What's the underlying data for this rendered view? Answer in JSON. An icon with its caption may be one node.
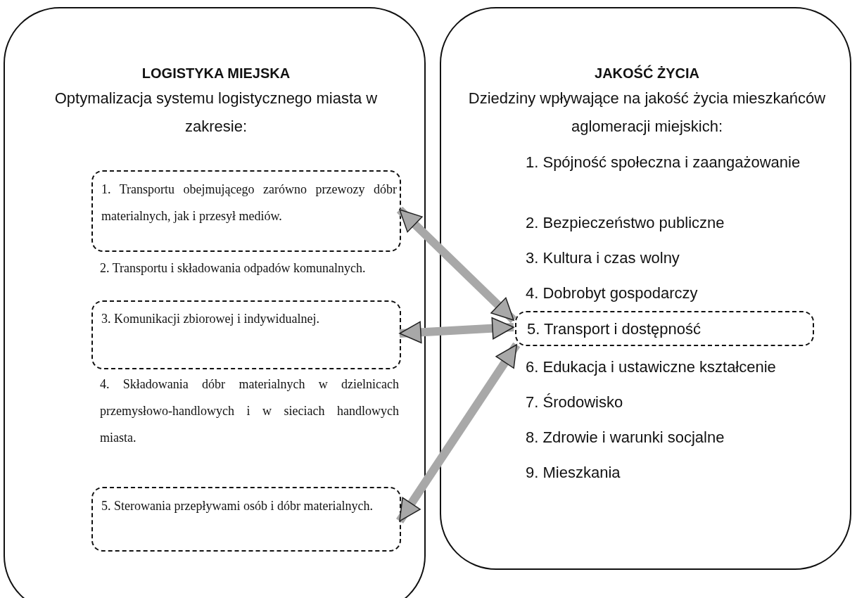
{
  "diagram": {
    "nodes": [
      {
        "text": [
          "LOGISTYKA MIEJSKA",
          "Optymalizacja systemu logistycznego miasta w zakresie:",
          "2. Transportu i składowania odpadów komunalnych.",
          "4. Składowania dóbr materialnych w dzielnicach przemysłowo-handlowych i w sieciach handlowych miasta."
        ]
      },
      {
        "text": [
          "1. Transportu obejmującego zarówno przewozy dóbr materialnych, jak i przesył mediów."
        ],
        "in": 0
      },
      {
        "text": [
          "3. Komunikacji zbiorowej i indywidualnej."
        ],
        "in": 0
      },
      {
        "text": [
          "5. Sterowania przepływami osób i dóbr materialnych."
        ],
        "in": 0
      },
      {
        "text": [
          "JAKOŚĆ ŻYCIA",
          "Dziedziny wpływające na jakość życia mieszkańców aglomeracji miejskich:",
          "1. Spójność społeczna i zaangażowanie",
          "2. Bezpieczeństwo publiczne",
          "3. Kultura i czas wolny",
          "4. Dobrobyt gospodarczy",
          "6. Edukacja i ustawiczne kształcenie",
          "7. Środowisko",
          "8. Zdrowie i warunki socjalne",
          "9. Mieszkania"
        ]
      },
      {
        "text": [
          "5. Transport i dostępność"
        ],
        "in": 4
      }
    ],
    "edges": [
      {
        "from": 1,
        "to": 5,
        "arrow": "both"
      },
      {
        "from": 2,
        "to": 5,
        "arrow": "both"
      },
      {
        "from": 3,
        "to": 5,
        "arrow": "both"
      }
    ]
  }
}
